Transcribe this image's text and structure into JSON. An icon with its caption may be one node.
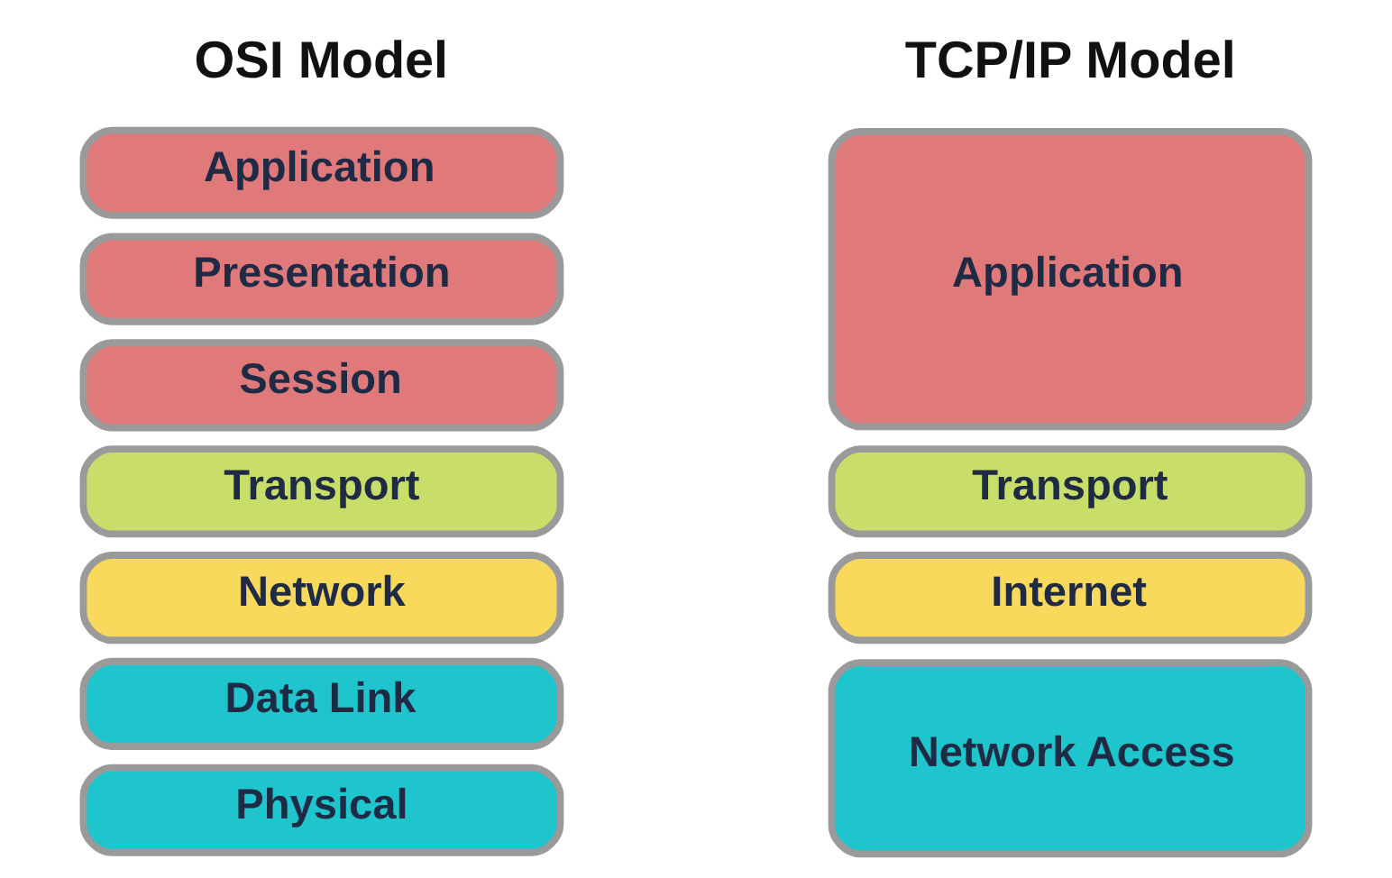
{
  "diagram": {
    "nodes": [
      {
        "text": [
          "Application"
        ]
      },
      {
        "text": [
          "Presentation"
        ]
      },
      {
        "text": [
          "Session"
        ]
      },
      {
        "text": [
          "Transport"
        ]
      },
      {
        "text": [
          "Network"
        ]
      },
      {
        "text": [
          "Data Link"
        ]
      },
      {
        "text": [
          "Physical"
        ]
      },
      {
        "text": [
          "Application"
        ]
      },
      {
        "text": [
          "Transport"
        ]
      },
      {
        "text": [
          "Internet"
        ]
      },
      {
        "text": [
          "Network Access"
        ]
      }
    ],
    "edges": [],
    "labels": [
      "OSI Model",
      "TCP/IP Model"
    ]
  }
}
